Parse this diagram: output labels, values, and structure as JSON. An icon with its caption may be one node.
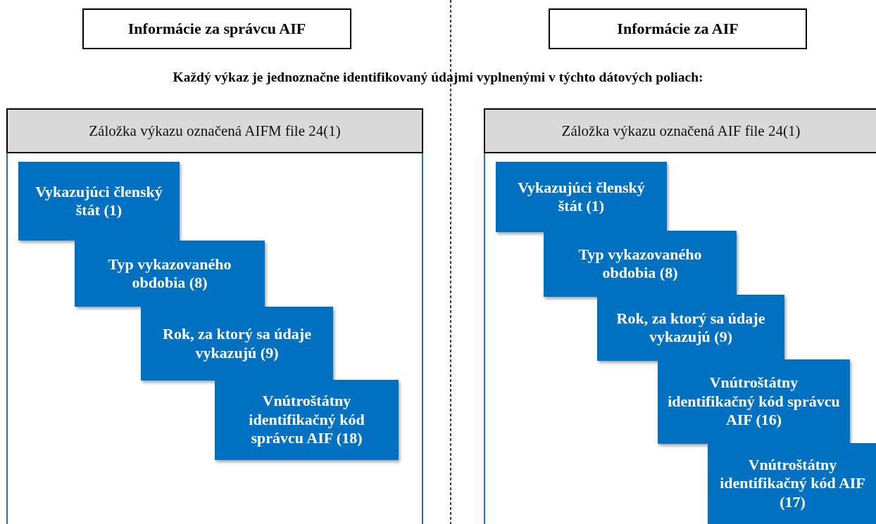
{
  "diagram": {
    "nodes": [
      {
        "text": [
          "Informácie za správcu AIF"
        ]
      },
      {
        "text": [
          "Informácie za AIF"
        ]
      },
      {
        "text": [
          "Záložka výkazu označená AIFM file 24(1)"
        ]
      },
      {
        "text": [
          "Vykazujúci členský štát (1)"
        ],
        "in": 2
      },
      {
        "text": [
          "Typ vykazovaného obdobia (8)"
        ],
        "in": 2
      },
      {
        "text": [
          "Rok, za ktorý sa údaje vykazujú (9)"
        ],
        "in": 2
      },
      {
        "text": [
          "Vnútroštátny identifikačný kód správcu AIF (18)"
        ],
        "in": 2
      },
      {
        "text": [
          "Záložka výkazu označená AIF file 24(1)"
        ]
      },
      {
        "text": [
          "Vykazujúci členský štát (1)"
        ],
        "in": 7
      },
      {
        "text": [
          "Typ vykazovaného obdobia (8)"
        ],
        "in": 7
      },
      {
        "text": [
          "Rok, za ktorý sa údaje vykazujú (9)"
        ],
        "in": 7
      },
      {
        "text": [
          "Vnútroštátny identifikačný kód správcu AIF (16)"
        ],
        "in": 7
      },
      {
        "text": [
          "Vnútroštátny identifikačný kód AIF (17)"
        ],
        "in": 7
      }
    ],
    "labels": [
      "Každý výkaz je jednoznačne identifikovaný údajmi vyplnenými v týchto dátových poliach:"
    ]
  }
}
